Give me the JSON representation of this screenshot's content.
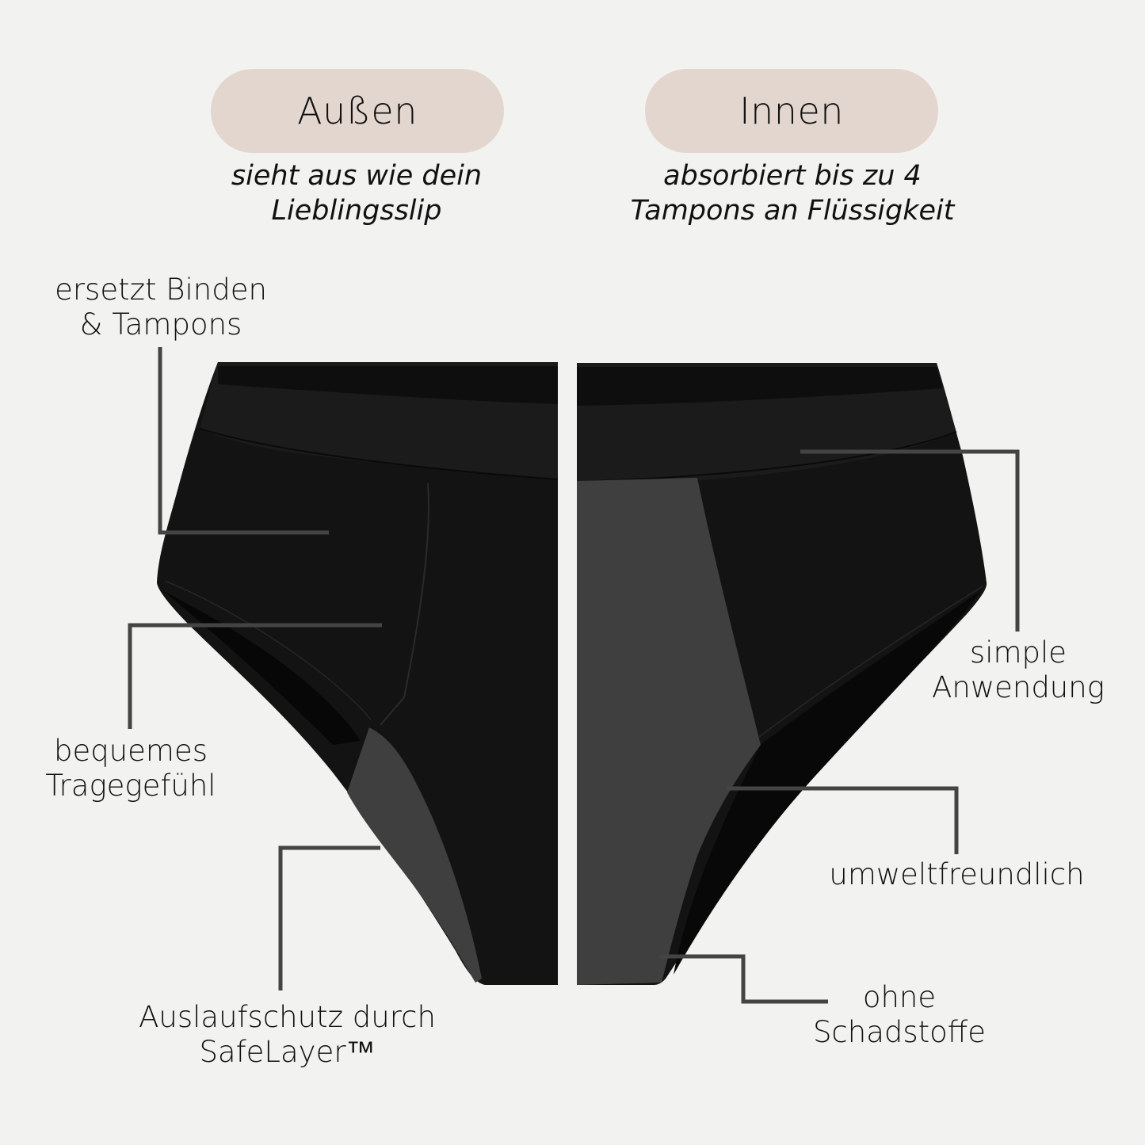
{
  "colors": {
    "background": "#f2f2f0",
    "pill": "#e3d6cf",
    "garment_black": "#131313",
    "waistband": "#1a1a1a",
    "safe_layer_gray": "#3f3f3f",
    "leader_line": "#444444",
    "text": "#111111"
  },
  "header": {
    "outer": {
      "title": "Außen",
      "subtitle_line1": "sieht aus wie dein",
      "subtitle_line2": "Lieblingsslip"
    },
    "inner": {
      "title": "Innen",
      "subtitle_line1": "absorbiert bis zu 4",
      "subtitle_line2": "Tampons an Flüssigkeit"
    }
  },
  "callouts": {
    "left": [
      {
        "line1": "ersetzt Binden",
        "line2": "& Tampons"
      },
      {
        "line1": "bequemes",
        "line2": "Tragegefühl"
      },
      {
        "line1": "Auslaufschutz durch",
        "line2": "SafeLayer™"
      }
    ],
    "right": [
      {
        "line1": "simple",
        "line2": "Anwendung"
      },
      {
        "line1": "umweltfreundlich",
        "line2": ""
      },
      {
        "line1": "ohne",
        "line2": "Schadstoffe"
      }
    ]
  },
  "product_image": {
    "left_half": "outside-view",
    "right_half": "inside-view"
  }
}
